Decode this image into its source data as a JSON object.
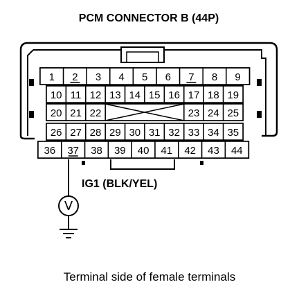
{
  "title": "PCM CONNECTOR B (44P)",
  "wire_label": "IG1 (BLK/YEL)",
  "meter_symbol": "V",
  "caption": "Terminal side of female terminals",
  "connector": {
    "rows": [
      [
        "1",
        "2",
        "3",
        "4",
        "5",
        "6",
        "7",
        "8",
        "9"
      ],
      [
        "10",
        "11",
        "12",
        "13",
        "14",
        "15",
        "16",
        "17",
        "18",
        "19"
      ],
      [
        "20",
        "21",
        "22",
        "",
        "",
        "",
        "",
        "23",
        "24",
        "25"
      ],
      [
        "26",
        "27",
        "28",
        "29",
        "30",
        "31",
        "32",
        "33",
        "34",
        "35"
      ],
      [
        "36",
        "37",
        "38",
        "39",
        "40",
        "41",
        "42",
        "43",
        "44"
      ]
    ],
    "highlighted_pins": [
      "2",
      "7",
      "37"
    ],
    "probe_pin": "37"
  }
}
